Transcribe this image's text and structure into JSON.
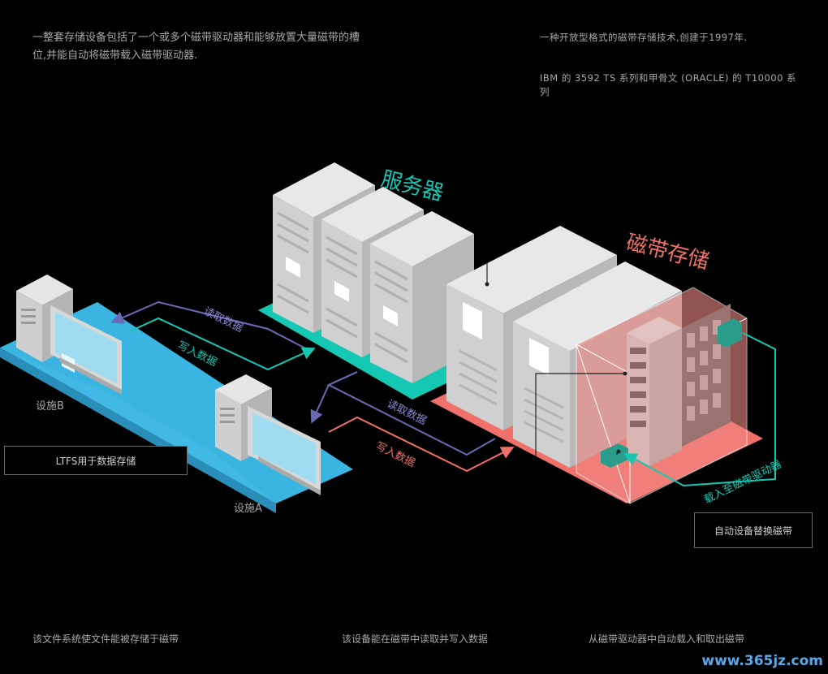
{
  "top_left_desc": "一整套存储设备包括了一个或多个磁带驱动器和能够放置大量磁带的槽位,并能自动将磁带载入磁带驱动器.",
  "top_right_desc1": "一种开放型格式的磁带存储技术,创建于1997年.",
  "top_right_desc2": "IBM 的 3592 TS 系列和甲骨文 (ORACLE) 的 T10000 系列",
  "labels": {
    "server": "服务器",
    "tape_storage": "磁带存储",
    "pc": "PC",
    "facility_b": "设施B",
    "facility_a": "设施A",
    "read_data_1": "读取数据",
    "write_data_1": "写入数据",
    "read_data_2": "读取数据",
    "write_data_2": "写入数据",
    "load_to_drive": "载入至磁带驱动器"
  },
  "callouts": {
    "ltfs": "LTFS用于数据存储",
    "auto_replace": "自动设备替换磁带"
  },
  "footer": {
    "left": "该文件系统使文件能被存储于磁带",
    "center": "该设备能在磁带中读取并写入数据",
    "right": "从磁带驱动器中自动载入和取出磁带"
  },
  "watermark": "www.365jz.com",
  "colors": {
    "teal": "#14c8b4",
    "salmon": "#f0706a",
    "pc_blue": "#3ab4e0",
    "arrow_purple": "#6a6ab8",
    "label_purple": "#8a8ad8"
  }
}
